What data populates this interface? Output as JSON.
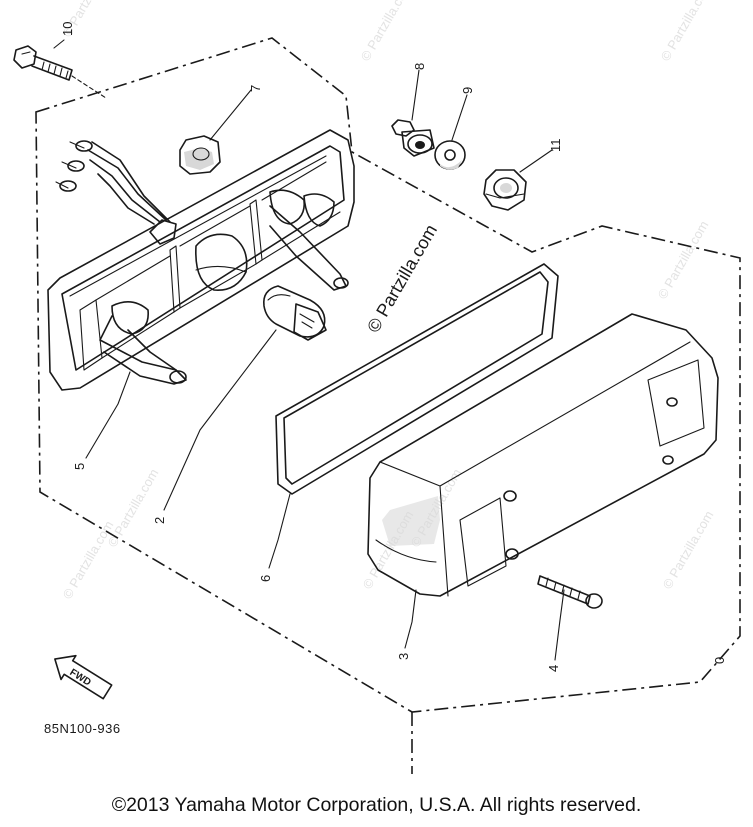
{
  "watermark": "© Partzilla.com",
  "callouts": [
    "10",
    "7",
    "8",
    "9",
    "11",
    "5",
    "2",
    "6",
    "3",
    "4",
    "0"
  ],
  "fwd_label": "FWD",
  "diagram_code": "85N100-936",
  "copyright": "©2013  Yamaha Motor Corporation, U.S.A. All rights reserved."
}
